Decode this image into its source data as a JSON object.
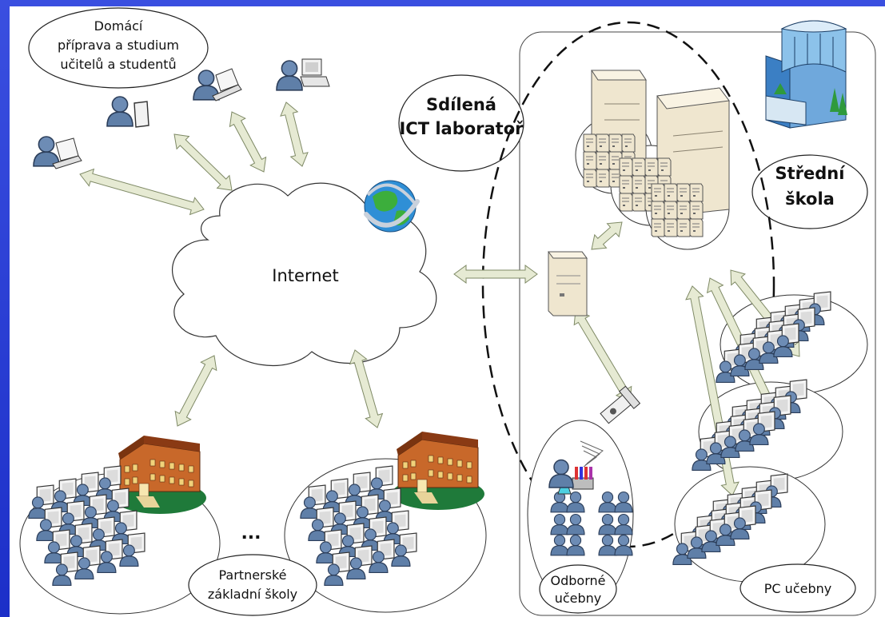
{
  "labels": {
    "home_line1": "Domácí",
    "home_line2": "příprava a studium",
    "home_line3": "učitelů a studentů",
    "lab_line1": "Sdílená",
    "lab_line2": "ICT laboratoř",
    "internet": "Internet",
    "school_line1": "Střední",
    "school_line2": "škola",
    "partner_line1": "Partnerské",
    "partner_line2": "základní školy",
    "ellipsis": "...",
    "special_line1": "Odborné",
    "special_line2": "učebny",
    "pc_rooms": "PC učebny"
  },
  "colors": {
    "frame": "#1c2fc8",
    "arrow_fill": "#e6ead3",
    "arrow_stroke": "#7f8a66",
    "person": "#5f7fa8",
    "server": "#efe6cf",
    "school_brick": "#c8682a"
  }
}
